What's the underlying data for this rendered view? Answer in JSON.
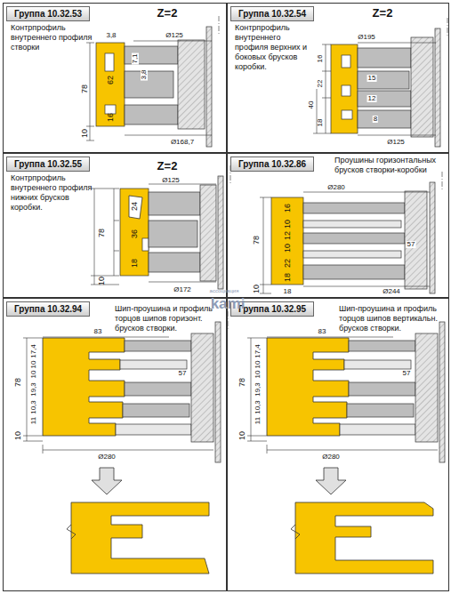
{
  "diagram": {
    "nodes": [
      {
        "text": [
          "Группа 10.32.53",
          "Контрпрофиль внутреннего профиля створки"
        ]
      },
      {
        "text": [
          "Группа 10.32.54",
          "Контрпрофиль внутреннего профиля верхних и боковых брусков коробки."
        ]
      },
      {
        "text": [
          "Группа 10.32.55",
          "Контрпрофиль внутреннего профиля нижних брусков коробки."
        ]
      },
      {
        "text": [
          "Группа 10.32.86",
          "Проушины горизонтальных брусков створки-коробки"
        ]
      },
      {
        "text": [
          "Группа 10.32.94",
          "Шип-проушина и профиль торцов шипов горизонт. брусков створки."
        ]
      },
      {
        "text": [
          "Группа 10.32.95",
          "Шип-проушина и профиль торцов шипов вертикальн. брусков створки."
        ]
      }
    ],
    "labels": [
      "Z=2",
      "3,8",
      "Ø125",
      "7,1",
      "3,8",
      "62",
      "78",
      "16",
      "10",
      "Ø168,7",
      "Z=2",
      "Ø195",
      "16",
      "22",
      "15",
      "12",
      "18",
      "40",
      "8",
      "Ø125",
      "Z=2",
      "Ø125",
      "24",
      "36",
      "18",
      "78",
      "10",
      "Ø172",
      "Ø280",
      "16",
      "10",
      "12",
      "10",
      "22",
      "18",
      "78",
      "10",
      "57",
      "18",
      "Ø244",
      "83",
      "17,4",
      "10",
      "10",
      "19,3",
      "10,3",
      "11",
      "78",
      "10",
      "57",
      "Ø280",
      "83",
      "17,4",
      "10",
      "10",
      "19,3",
      "10,3",
      "11",
      "78",
      "10",
      "57",
      "Ø280",
      "ассоциация",
      "kami"
    ]
  }
}
